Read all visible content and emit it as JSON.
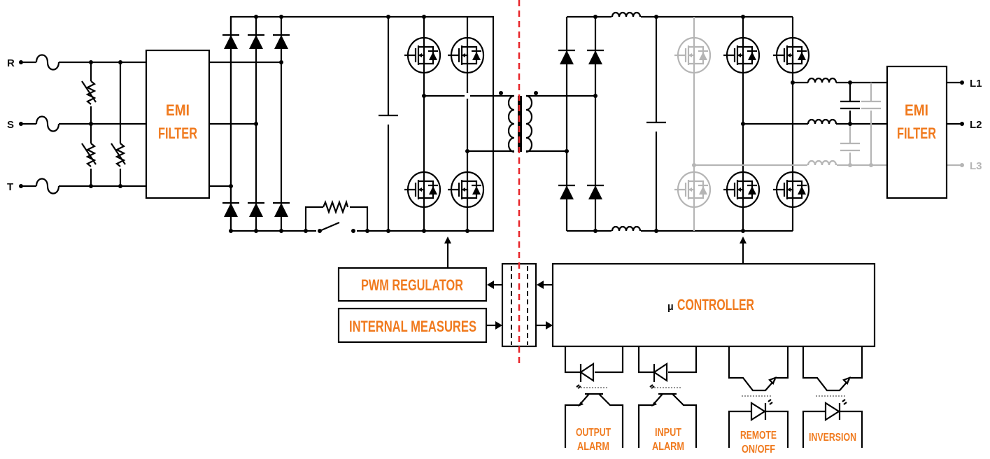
{
  "colors": {
    "accent": "#f07a1e",
    "wire": "#000000",
    "inactive": "#b5b5b5",
    "isolation": "#e8262b"
  },
  "inputs": [
    "R",
    "S",
    "T"
  ],
  "outputs": [
    {
      "label": "L1",
      "active": true
    },
    {
      "label": "L2",
      "active": true
    },
    {
      "label": "L3",
      "active": false
    }
  ],
  "emi_filter_in": {
    "line1": "EMI",
    "line2": "FILTER"
  },
  "emi_filter_out": {
    "line1": "EMI",
    "line2": "FILTER"
  },
  "pwm_regulator": "PWM REGULATOR",
  "internal_measures": "INTERNAL MEASURES",
  "controller": {
    "prefix": "µ",
    "label": "CONTROLLER"
  },
  "optocouplers": [
    {
      "line1": "OUTPUT",
      "line2": "ALARM"
    },
    {
      "line1": "INPUT",
      "line2": "ALARM"
    },
    {
      "line1": "REMOTE",
      "line2": "ON/OFF"
    },
    {
      "line1": "INVERSION",
      "line2": ""
    }
  ]
}
